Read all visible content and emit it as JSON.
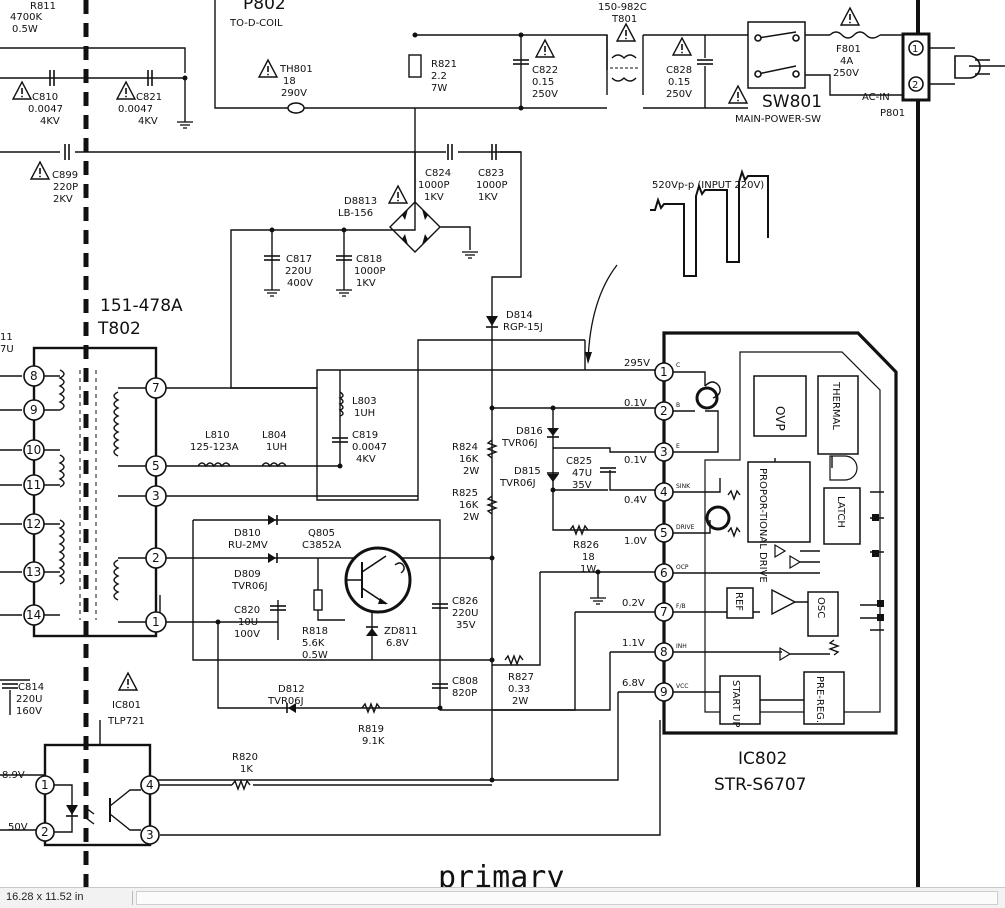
{
  "labels": {
    "r811": "R811",
    "r811_val": "4700K",
    "r811_w": "0.5W",
    "p802": "P802",
    "p802_desc": "TO-D-COIL",
    "c810": "C810",
    "c810_val": "0.0047",
    "c810_v": "4KV",
    "c821": "C821",
    "c821_val": "0.0047",
    "c821_v": "4KV",
    "th801": "TH801",
    "th801_val": "18",
    "th801_v": "290V",
    "r821": "R821",
    "r821_val": "2.2",
    "r821_w": "7W",
    "c822": "C822",
    "c822_val": "0.15",
    "c822_v": "250V",
    "t801_part": "150-982C",
    "t801": "T801",
    "c828": "C828",
    "c828_val": "0.15",
    "c828_v": "250V",
    "f801": "F801",
    "f801_val": "4A",
    "f801_v": "250V",
    "sw801": "SW801",
    "sw801_desc": "MAIN-POWER-SW",
    "acin": "AC-IN",
    "p801": "P801",
    "c899": "C899",
    "c899_val": "220P",
    "c899_v": "2KV",
    "c824": "C824",
    "c824_val": "1000P",
    "c824_v": "1KV",
    "c823": "C823",
    "c823_val": "1000P",
    "c823_v": "1KV",
    "d8813": "D8813",
    "d8813_part": "LB-156",
    "waveform": "520Vp-p (INPUT 220V)",
    "c817": "C817",
    "c817_val": "220U",
    "c817_v": "400V",
    "c818": "C818",
    "c818_val": "1000P",
    "c818_v": "1KV",
    "d814": "D814",
    "d814_part": "RGP-15J",
    "t802_part": "151-478A",
    "t802": "T802",
    "l803": "L803",
    "l803_val": "1UH",
    "c819": "C819",
    "c819_val": "0.0047",
    "c819_v": "4KV",
    "l810": "L810",
    "l810_val": "125-123A",
    "l804": "L804",
    "l804_val": "1UH",
    "r824": "R824",
    "r824_val": "16K",
    "r824_w": "2W",
    "r825": "R825",
    "r825_val": "16K",
    "r825_w": "2W",
    "d816": "D816",
    "d816_part": "TVR06J",
    "d815": "D815",
    "d815_part": "TVR06J",
    "c825": "C825",
    "c825_val": "47U",
    "c825_v": "35V",
    "d810": "D810",
    "d810_part": "RU-2MV",
    "q805": "Q805",
    "q805_part": "C3852A",
    "d809": "D809",
    "d809_part": "TVR06J",
    "c820": "C820",
    "c820_val": "10U",
    "c820_v": "100V",
    "r818": "R818",
    "r818_val": "5.6K",
    "r818_w": "0.5W",
    "zd811": "ZD811",
    "zd811_val": "6.8V",
    "c826": "C826",
    "c826_val": "220U",
    "c826_v": "35V",
    "r826": "R826",
    "r826_val": "18",
    "r826_w": "1W",
    "c808": "C808",
    "c808_val": "820P",
    "r827": "R827",
    "r827_val": "0.33",
    "r827_w": "2W",
    "d812": "D812",
    "d812_part": "TVR06J",
    "r819": "R819",
    "r819_val": "9.1K",
    "c814": "C814",
    "c814_val": "220U",
    "c814_v": "160V",
    "ic801": "IC801",
    "ic801_part": "TLP721",
    "r820": "R820",
    "r820_val": "1K",
    "v_89": "8.9V",
    "v_50": "50V",
    "ic802": "IC802",
    "ic802_part": "STR-S6707",
    "primary": "primary",
    "clip_11": "11",
    "clip_7u": "7U"
  },
  "ic802_pins": [
    {
      "num": "1",
      "voltage": "295V",
      "func": "C"
    },
    {
      "num": "2",
      "voltage": "0.1V",
      "func": "B"
    },
    {
      "num": "3",
      "voltage": "0.1V",
      "func": "E"
    },
    {
      "num": "4",
      "voltage": "0.4V",
      "func": "SINK"
    },
    {
      "num": "5",
      "voltage": "1.0V",
      "func": "DRIVE"
    },
    {
      "num": "6",
      "voltage": "",
      "func": "OCP"
    },
    {
      "num": "7",
      "voltage": "0.2V",
      "func": "F/B"
    },
    {
      "num": "8",
      "voltage": "1.1V",
      "func": "INH"
    },
    {
      "num": "9",
      "voltage": "6.8V",
      "func": "VCC"
    }
  ],
  "ic802_blocks": {
    "ovp": "OVP",
    "thermal": "THERMAL",
    "drive": "PROPOR-TIONAL DRIVE",
    "latch": "LATCH",
    "ref": "REF",
    "osc": "OSC",
    "start": "START UP",
    "prereg": "PRE-REG."
  },
  "t802_pins": [
    "8",
    "9",
    "10",
    "11",
    "12",
    "13",
    "14",
    "7",
    "5",
    "3",
    "2",
    "1"
  ],
  "ic801_pins": [
    "1",
    "2",
    "3",
    "4"
  ],
  "p801_pins": [
    "1",
    "2"
  ],
  "status": {
    "size": "16.28 x 11.52 in"
  }
}
